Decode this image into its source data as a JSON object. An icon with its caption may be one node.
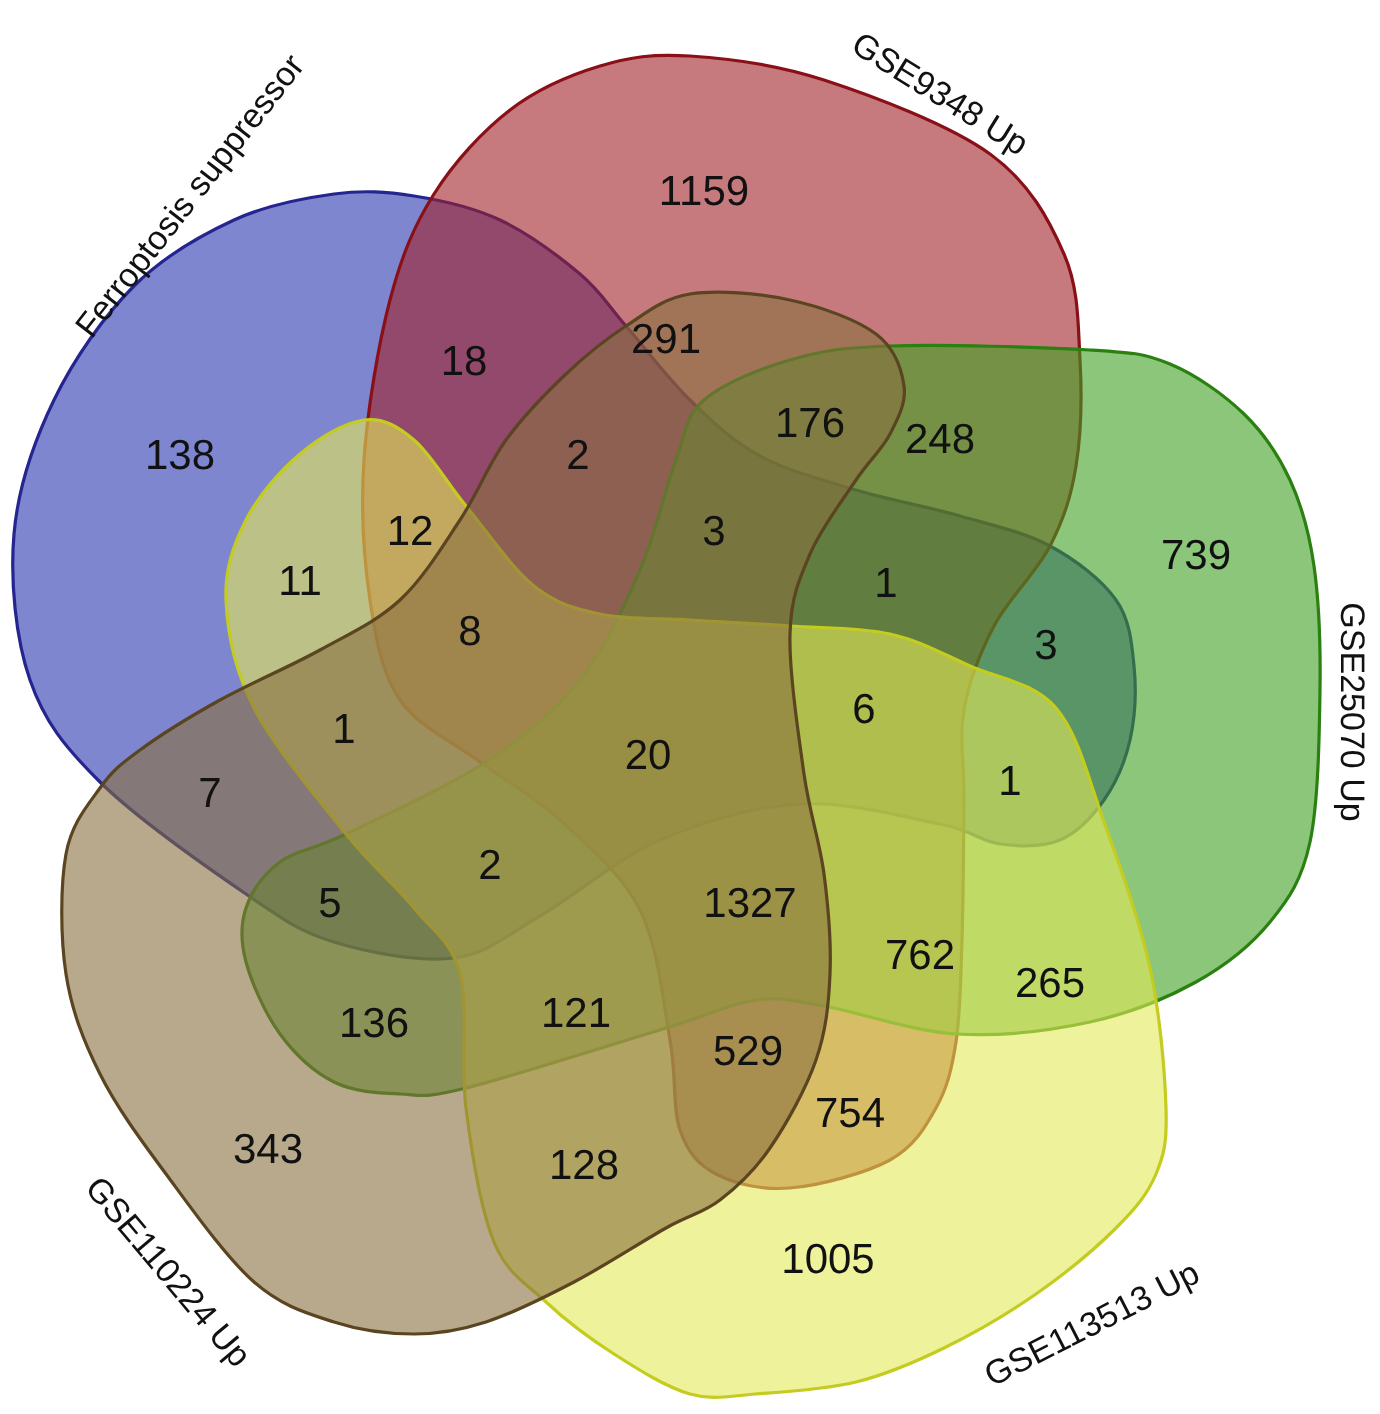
{
  "diagram": {
    "nodes": [
      {
        "text": [
          "Ferroptosis suppressor"
        ]
      },
      {
        "text": [
          "GSE9348 Up"
        ]
      },
      {
        "text": [
          "GSE25070 Up"
        ]
      },
      {
        "text": [
          "GSE113513 Up"
        ]
      },
      {
        "text": [
          "GSE110224 Up"
        ]
      }
    ],
    "labels": [
      "1159",
      "18",
      "291",
      "138",
      "2",
      "176",
      "248",
      "12",
      "3",
      "739",
      "11",
      "1",
      "8",
      "3",
      "1",
      "6",
      "7",
      "20",
      "1",
      "2",
      "5",
      "1327",
      "762",
      "265",
      "136",
      "121",
      "529",
      "754",
      "343",
      "128",
      "1005"
    ]
  }
}
